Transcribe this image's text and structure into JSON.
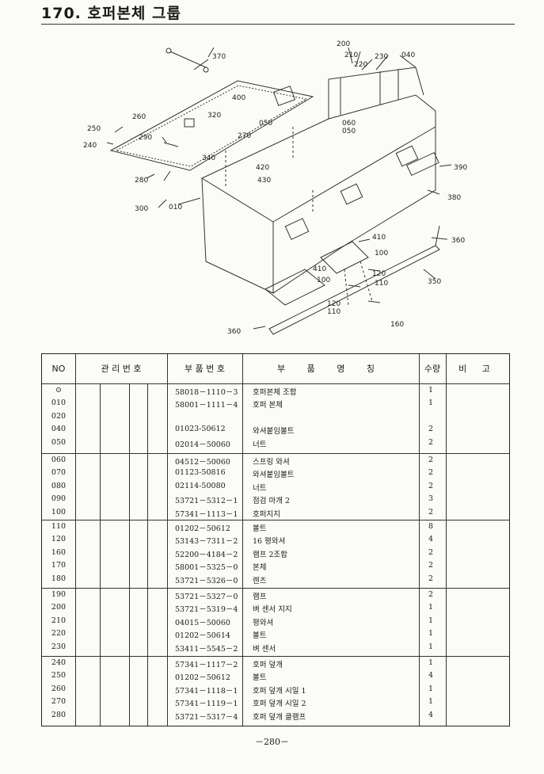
{
  "title": "170. 호퍼본체 그룹",
  "diagram_labels": [
    "200",
    "210",
    "220",
    "230",
    "040",
    "370",
    "400",
    "260",
    "320",
    "050",
    "060",
    "050",
    "250",
    "290",
    "270",
    "240",
    "340",
    "390",
    "420",
    "430",
    "280",
    "380",
    "300",
    "010",
    "410",
    "100",
    "360",
    "410",
    "100",
    "120",
    "110",
    "350",
    "120",
    "110",
    "360",
    "160"
  ],
  "table": {
    "headers": {
      "no": "NO",
      "mgmt": "관 리 번 호",
      "part": "부 품 번 호",
      "name": "부 품 명 칭",
      "qty": "수량",
      "note": "비 고"
    },
    "groups": [
      [
        {
          "no": "⊙",
          "part": "58018－1110－3",
          "name": "호퍼본체 조합",
          "qty": "1"
        },
        {
          "no": "010",
          "part": "58001－1111－4",
          "name": "호퍼 본체",
          "qty": "1"
        },
        {
          "no": "020",
          "part": "",
          "name": "",
          "qty": ""
        },
        {
          "no": "040",
          "part": "01023-50612",
          "name": "와셔붙임볼트",
          "qty": "2"
        },
        {
          "no": "050",
          "part": "02014－50060",
          "name": "너트",
          "qty": "2"
        }
      ],
      [
        {
          "no": "060",
          "part": "04512－50060",
          "name": "스프링 와셔",
          "qty": "2"
        },
        {
          "no": "070",
          "part": "01123-50816",
          "name": "와셔붙임볼트",
          "qty": "2"
        },
        {
          "no": "080",
          "part": "02114-50080",
          "name": "너트",
          "qty": "2"
        },
        {
          "no": "090",
          "part": "53721－5312－1",
          "name": "점검 마개 2",
          "qty": "3"
        },
        {
          "no": "100",
          "part": "57341－1113－1",
          "name": "호퍼지지",
          "qty": "2"
        }
      ],
      [
        {
          "no": "110",
          "part": "01202－50612",
          "name": "볼트",
          "qty": "8"
        },
        {
          "no": "120",
          "part": "53143－7311－2",
          "name": "16 평와셔",
          "qty": "4"
        },
        {
          "no": "160",
          "part": "52200－4184－2",
          "name": "램프 2조합",
          "qty": "2"
        },
        {
          "no": "170",
          "part": "58001－5325－0",
          "name": "본체",
          "qty": "2"
        },
        {
          "no": "180",
          "part": "53721－5326－0",
          "name": "렌즈",
          "qty": "2"
        }
      ],
      [
        {
          "no": "190",
          "part": "53721－5327－0",
          "name": "램프",
          "qty": "2"
        },
        {
          "no": "200",
          "part": "53721－5319－4",
          "name": "벼 센서 지지",
          "qty": "1"
        },
        {
          "no": "210",
          "part": "04015－50060",
          "name": "평와셔",
          "qty": "1"
        },
        {
          "no": "220",
          "part": "01202－50614",
          "name": "볼트",
          "qty": "1"
        },
        {
          "no": "230",
          "part": "53411－5545－2",
          "name": "벼 센서",
          "qty": "1"
        }
      ],
      [
        {
          "no": "240",
          "part": "57341－1117－2",
          "name": "호퍼 덮개",
          "qty": "1"
        },
        {
          "no": "250",
          "part": "01202－50612",
          "name": "볼트",
          "qty": "4"
        },
        {
          "no": "260",
          "part": "57341－1118－1",
          "name": "호퍼 덮개 시일 1",
          "qty": "1"
        },
        {
          "no": "270",
          "part": "57341－1119－1",
          "name": "호퍼 덮개 시일 2",
          "qty": "1"
        },
        {
          "no": "280",
          "part": "53721－5317－4",
          "name": "호퍼 덮개 클램프",
          "qty": "4"
        }
      ]
    ]
  },
  "page_number": "－280－"
}
